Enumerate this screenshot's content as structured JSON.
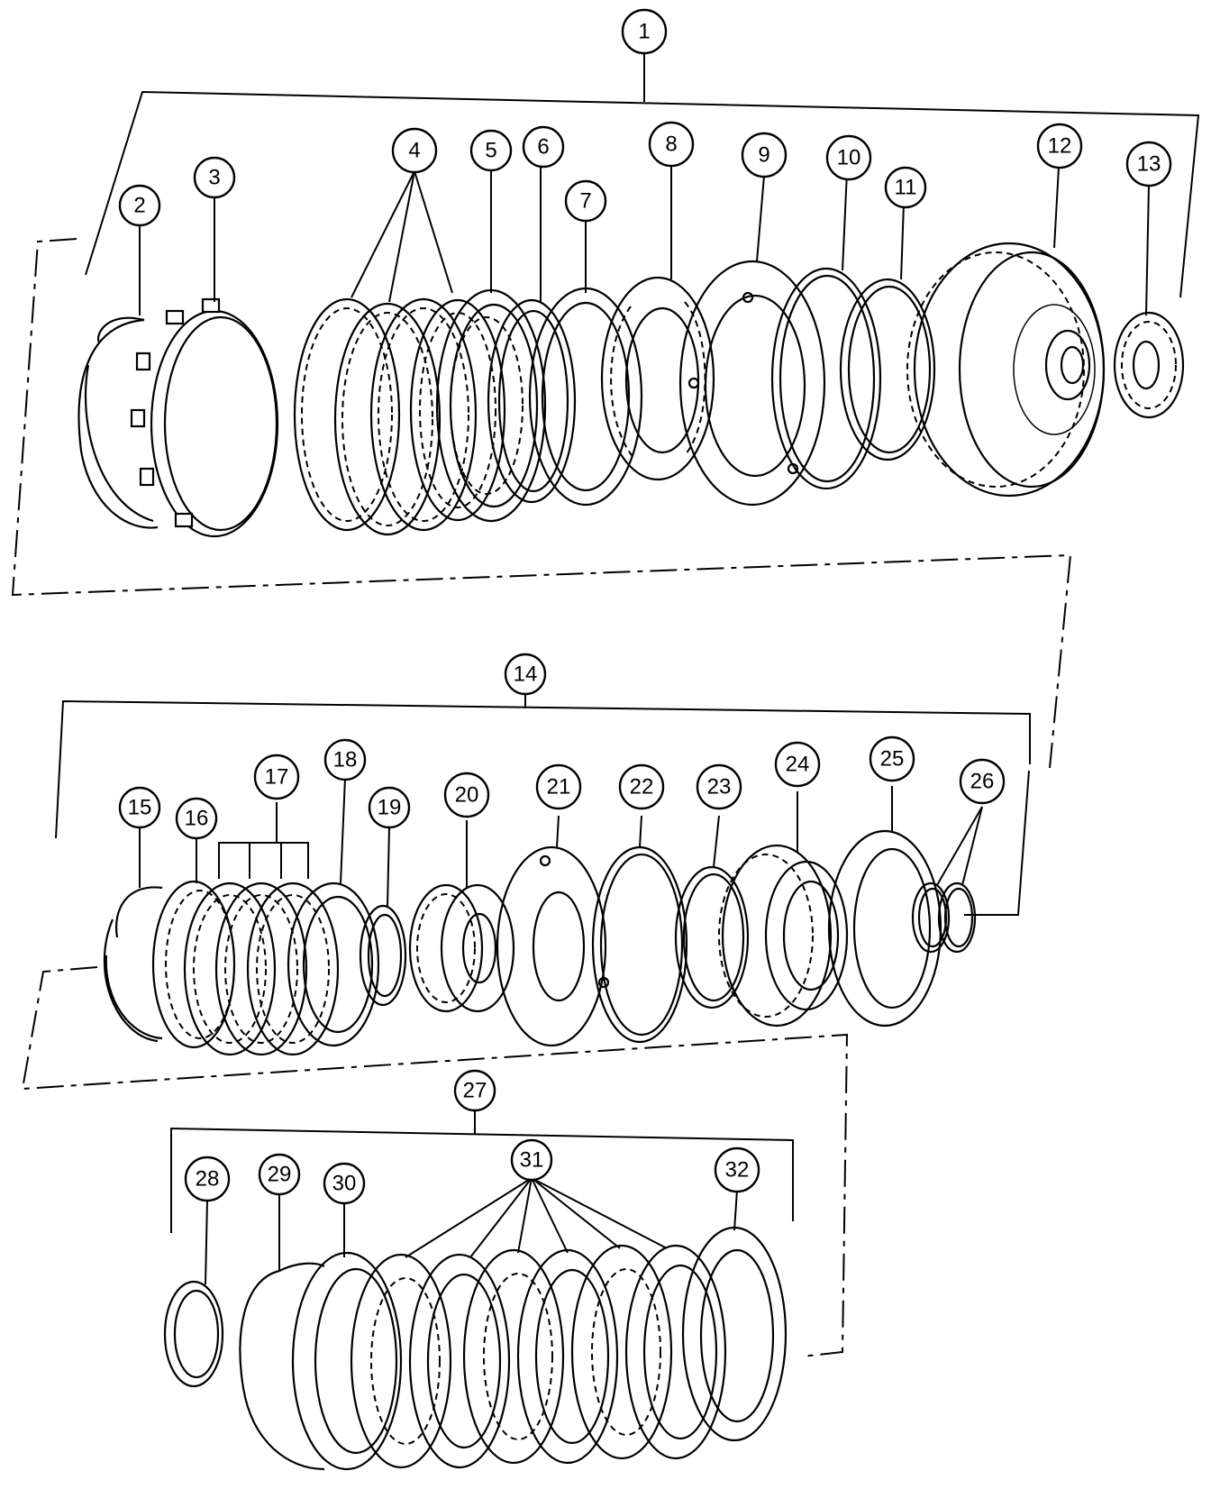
{
  "diagram": {
    "callouts": [
      {
        "id": "c1",
        "label": "1"
      },
      {
        "id": "c2",
        "label": "2"
      },
      {
        "id": "c3",
        "label": "3"
      },
      {
        "id": "c4",
        "label": "4"
      },
      {
        "id": "c5",
        "label": "5"
      },
      {
        "id": "c6",
        "label": "6"
      },
      {
        "id": "c7",
        "label": "7"
      },
      {
        "id": "c8",
        "label": "8"
      },
      {
        "id": "c9",
        "label": "9"
      },
      {
        "id": "c10",
        "label": "10"
      },
      {
        "id": "c11",
        "label": "11"
      },
      {
        "id": "c12",
        "label": "12"
      },
      {
        "id": "c13",
        "label": "13"
      },
      {
        "id": "c14",
        "label": "14"
      },
      {
        "id": "c15",
        "label": "15"
      },
      {
        "id": "c16",
        "label": "16"
      },
      {
        "id": "c17",
        "label": "17"
      },
      {
        "id": "c18",
        "label": "18"
      },
      {
        "id": "c19",
        "label": "19"
      },
      {
        "id": "c20",
        "label": "20"
      },
      {
        "id": "c21",
        "label": "21"
      },
      {
        "id": "c22",
        "label": "22"
      },
      {
        "id": "c23",
        "label": "23"
      },
      {
        "id": "c24",
        "label": "24"
      },
      {
        "id": "c25",
        "label": "25"
      },
      {
        "id": "c26",
        "label": "26"
      },
      {
        "id": "c27",
        "label": "27"
      },
      {
        "id": "c28",
        "label": "28"
      },
      {
        "id": "c29",
        "label": "29"
      },
      {
        "id": "c30",
        "label": "30"
      },
      {
        "id": "c31",
        "label": "31"
      },
      {
        "id": "c32",
        "label": "32"
      }
    ]
  }
}
